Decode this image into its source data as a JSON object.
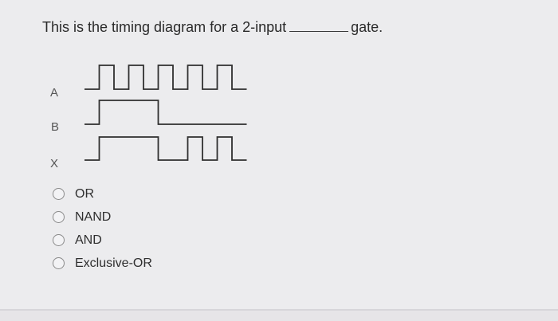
{
  "question": {
    "text_before_blank": "This is the timing diagram for a 2-input",
    "text_after_blank": "gate."
  },
  "timing_diagram": {
    "signals": [
      {
        "label": "A",
        "levels": [
          0,
          1,
          0,
          1,
          0,
          1,
          0,
          1,
          0,
          1,
          0
        ]
      },
      {
        "label": "B",
        "levels": [
          0,
          1,
          1,
          1,
          1,
          0,
          0,
          0,
          0,
          0,
          0
        ]
      },
      {
        "label": "X",
        "levels": [
          0,
          1,
          1,
          1,
          1,
          0,
          0,
          1,
          0,
          1,
          0
        ]
      }
    ]
  },
  "options": [
    {
      "label": "OR"
    },
    {
      "label": "NAND"
    },
    {
      "label": "AND"
    },
    {
      "label": "Exclusive-OR"
    }
  ]
}
